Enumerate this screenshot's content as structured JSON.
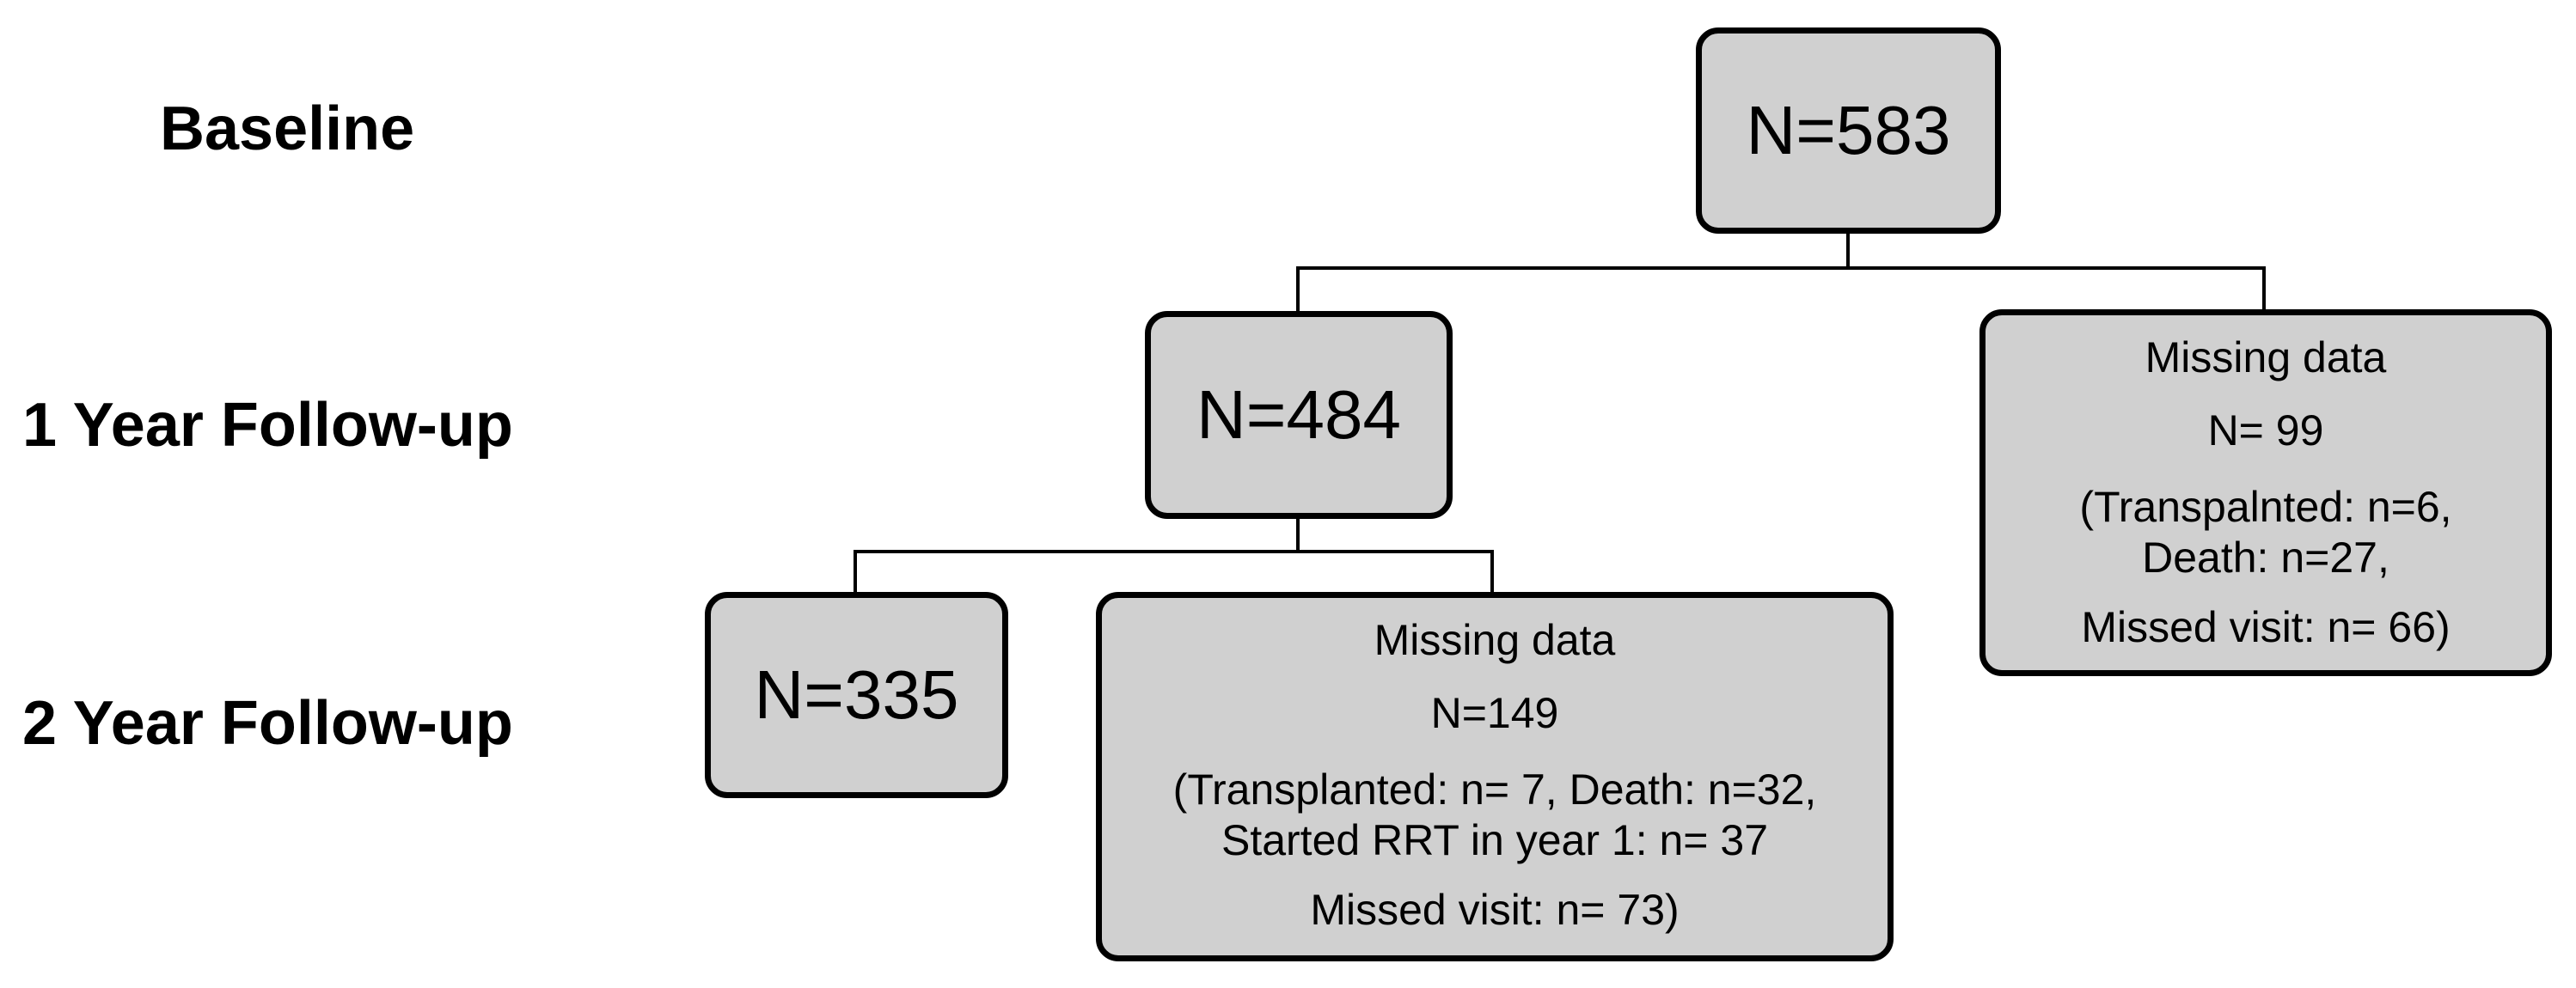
{
  "row_labels": {
    "baseline": "Baseline",
    "year1": "1 Year Follow-up",
    "year2": "2 Year Follow-up"
  },
  "nodes": {
    "baseline": {
      "text": "N=583"
    },
    "year1": {
      "text": "N=484"
    },
    "year1_missing": {
      "title": "Missing  data",
      "n": "N= 99",
      "breakdown": [
        "(Transpalnted: n=6,",
        "Death: n=27,"
      ],
      "last": "Missed visit: n= 66)"
    },
    "year2": {
      "text": "N=335"
    },
    "year2_missing": {
      "title": "Missing data",
      "n": "N=149",
      "breakdown": [
        "(Transplanted: n= 7, Death: n=32,",
        "Started RRT in year 1: n= 37"
      ],
      "last": "Missed visit: n= 73)"
    }
  },
  "colors": {
    "box_fill": "#d0d0d0",
    "border": "#000000"
  }
}
